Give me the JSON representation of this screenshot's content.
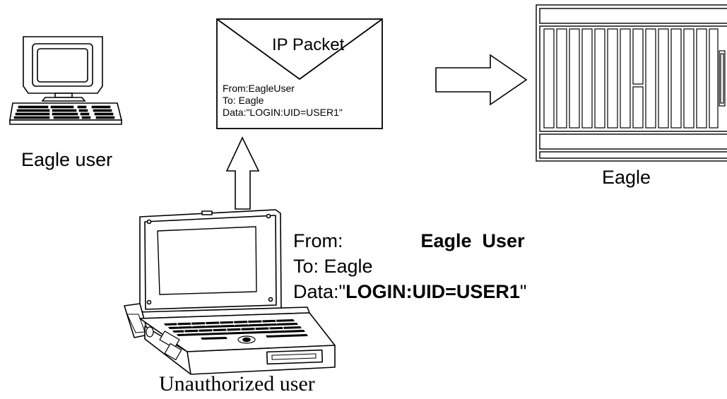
{
  "labels": {
    "eagle_user": "Eagle user",
    "eagle": "Eagle",
    "unauthorized_user": "Unauthorized user"
  },
  "packet": {
    "title": "IP Packet",
    "from": "From:EagleUser",
    "to": "To: Eagle",
    "data": "Data:\"LOGIN:UID=USER1\""
  },
  "spoof": {
    "from_prefix": "From:",
    "from_value": "Eagle  User",
    "to": "To: Eagle",
    "data_prefix": "Data:\"",
    "data_value": "LOGIN:UID=USER1",
    "data_suffix": "\""
  }
}
